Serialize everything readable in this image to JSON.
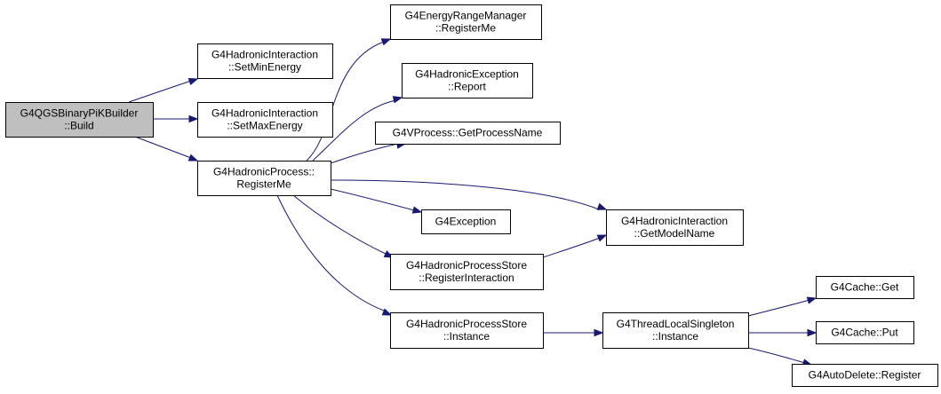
{
  "diagram": {
    "nodes": [
      {
        "id": "build",
        "lines": [
          "G4QGSBinaryPiKBuilder",
          "::Build"
        ],
        "root": true
      },
      {
        "id": "setmin",
        "lines": [
          "G4HadronicInteraction",
          "::SetMinEnergy"
        ]
      },
      {
        "id": "setmax",
        "lines": [
          "G4HadronicInteraction",
          "::SetMaxEnergy"
        ]
      },
      {
        "id": "hpreg",
        "lines": [
          "G4HadronicProcess::",
          "RegisterMe"
        ]
      },
      {
        "id": "erm",
        "lines": [
          "G4EnergyRangeManager",
          "::RegisterMe"
        ]
      },
      {
        "id": "hexc",
        "lines": [
          "G4HadronicException",
          "::Report"
        ]
      },
      {
        "id": "getpn",
        "lines": [
          "G4VProcess::GetProcessName"
        ]
      },
      {
        "id": "g4exc",
        "lines": [
          "G4Exception"
        ]
      },
      {
        "id": "hpsreg",
        "lines": [
          "G4HadronicProcessStore",
          "::RegisterInteraction"
        ]
      },
      {
        "id": "hpsinst",
        "lines": [
          "G4HadronicProcessStore",
          "::Instance"
        ]
      },
      {
        "id": "getmodel",
        "lines": [
          "G4HadronicInteraction",
          "::GetModelName"
        ]
      },
      {
        "id": "tlsinst",
        "lines": [
          "G4ThreadLocalSingleton",
          "::Instance"
        ]
      },
      {
        "id": "cacheget",
        "lines": [
          "G4Cache::Get"
        ]
      },
      {
        "id": "cacheput",
        "lines": [
          "G4Cache::Put"
        ]
      },
      {
        "id": "autodel",
        "lines": [
          "G4AutoDelete::Register"
        ]
      }
    ],
    "edges": [
      {
        "from": "build",
        "to": "setmin"
      },
      {
        "from": "build",
        "to": "setmax"
      },
      {
        "from": "build",
        "to": "hpreg"
      },
      {
        "from": "hpreg",
        "to": "erm"
      },
      {
        "from": "hpreg",
        "to": "hexc"
      },
      {
        "from": "hpreg",
        "to": "getpn"
      },
      {
        "from": "hpreg",
        "to": "getmodel"
      },
      {
        "from": "hpreg",
        "to": "g4exc"
      },
      {
        "from": "hpreg",
        "to": "hpsreg"
      },
      {
        "from": "hpreg",
        "to": "hpsinst"
      },
      {
        "from": "hpsreg",
        "to": "getmodel"
      },
      {
        "from": "hpsinst",
        "to": "tlsinst"
      },
      {
        "from": "tlsinst",
        "to": "cacheget"
      },
      {
        "from": "tlsinst",
        "to": "cacheput"
      },
      {
        "from": "tlsinst",
        "to": "autodel"
      }
    ],
    "colors": {
      "edge": "#191970",
      "root_fill": "#bfbfbf",
      "node_fill": "#ffffff",
      "border": "#000000"
    }
  }
}
